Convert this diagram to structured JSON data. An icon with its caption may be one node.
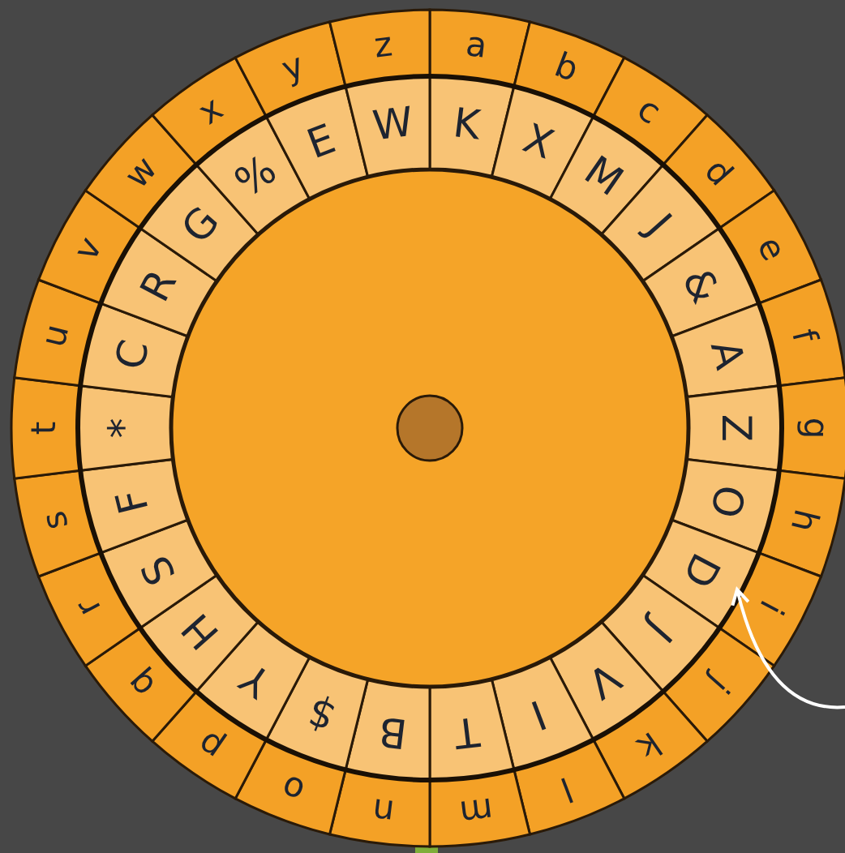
{
  "diagram": {
    "nodes": [
      {
        "text": [
          "a"
        ]
      },
      {
        "text": [
          "b"
        ]
      },
      {
        "text": [
          "c"
        ]
      },
      {
        "text": [
          "d"
        ]
      },
      {
        "text": [
          "e"
        ]
      },
      {
        "text": [
          "f"
        ]
      },
      {
        "text": [
          "g"
        ]
      },
      {
        "text": [
          "h"
        ]
      },
      {
        "text": [
          "i"
        ]
      },
      {
        "text": [
          "j"
        ]
      },
      {
        "text": [
          "k"
        ]
      },
      {
        "text": [
          "l"
        ]
      },
      {
        "text": [
          "m"
        ]
      },
      {
        "text": [
          "n"
        ]
      },
      {
        "text": [
          "o"
        ]
      },
      {
        "text": [
          "p"
        ]
      },
      {
        "text": [
          "q"
        ]
      },
      {
        "text": [
          "r"
        ]
      },
      {
        "text": [
          "s"
        ]
      },
      {
        "text": [
          "t"
        ]
      },
      {
        "text": [
          "u"
        ]
      },
      {
        "text": [
          "v"
        ]
      },
      {
        "text": [
          "w"
        ]
      },
      {
        "text": [
          "x"
        ]
      },
      {
        "text": [
          "y"
        ]
      },
      {
        "text": [
          "z"
        ]
      },
      {
        "text": [
          "K"
        ]
      },
      {
        "text": [
          "X"
        ]
      },
      {
        "text": [
          "M"
        ]
      },
      {
        "text": [
          "J"
        ]
      },
      {
        "text": [
          "&"
        ]
      },
      {
        "text": [
          "A"
        ]
      },
      {
        "text": [
          "Z"
        ]
      },
      {
        "text": [
          "O"
        ]
      },
      {
        "text": [
          "D"
        ]
      },
      {
        "text": [
          "J"
        ]
      },
      {
        "text": [
          "V"
        ]
      },
      {
        "text": [
          "I"
        ]
      },
      {
        "text": [
          "T"
        ]
      },
      {
        "text": [
          "B"
        ]
      },
      {
        "text": [
          "$"
        ]
      },
      {
        "text": [
          "Y"
        ]
      },
      {
        "text": [
          "H"
        ]
      },
      {
        "text": [
          "S"
        ]
      },
      {
        "text": [
          "F"
        ]
      },
      {
        "text": [
          "*"
        ]
      },
      {
        "text": [
          "C"
        ]
      },
      {
        "text": [
          "R"
        ]
      },
      {
        "text": [
          "G"
        ]
      },
      {
        "text": [
          "%"
        ]
      },
      {
        "text": [
          "E"
        ]
      },
      {
        "text": [
          "W"
        ]
      }
    ],
    "edges": [
      {
        "from": null,
        "to": 34,
        "arrow": "to"
      }
    ]
  }
}
